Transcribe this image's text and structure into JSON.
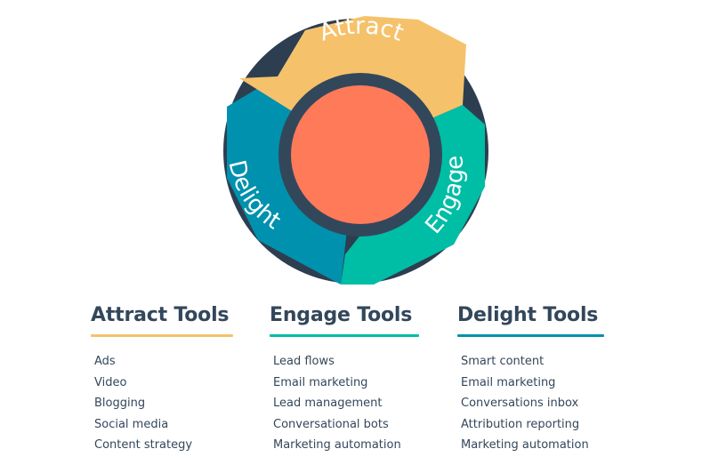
{
  "flywheel": {
    "segments": [
      {
        "label": "Attract",
        "color": "#f5c26b"
      },
      {
        "label": "Engage",
        "color": "#00bda5"
      },
      {
        "label": "Delight",
        "color": "#0091ae"
      }
    ],
    "ring_color": "#33475b",
    "rim_color": "#2d3e50",
    "center_color": "#ff7a59"
  },
  "columns": [
    {
      "title": "Attract Tools",
      "accent": "#f5c26b",
      "items": [
        "Ads",
        "Video",
        "Blogging",
        "Social media",
        "Content strategy"
      ]
    },
    {
      "title": "Engage Tools",
      "accent": "#00bda5",
      "items": [
        "Lead flows",
        "Email marketing",
        "Lead management",
        "Conversational bots",
        "Marketing automation"
      ]
    },
    {
      "title": "Delight Tools",
      "accent": "#0091ae",
      "items": [
        "Smart content",
        "Email marketing",
        "Conversations inbox",
        "Attribution reporting",
        "Marketing automation"
      ]
    }
  ]
}
